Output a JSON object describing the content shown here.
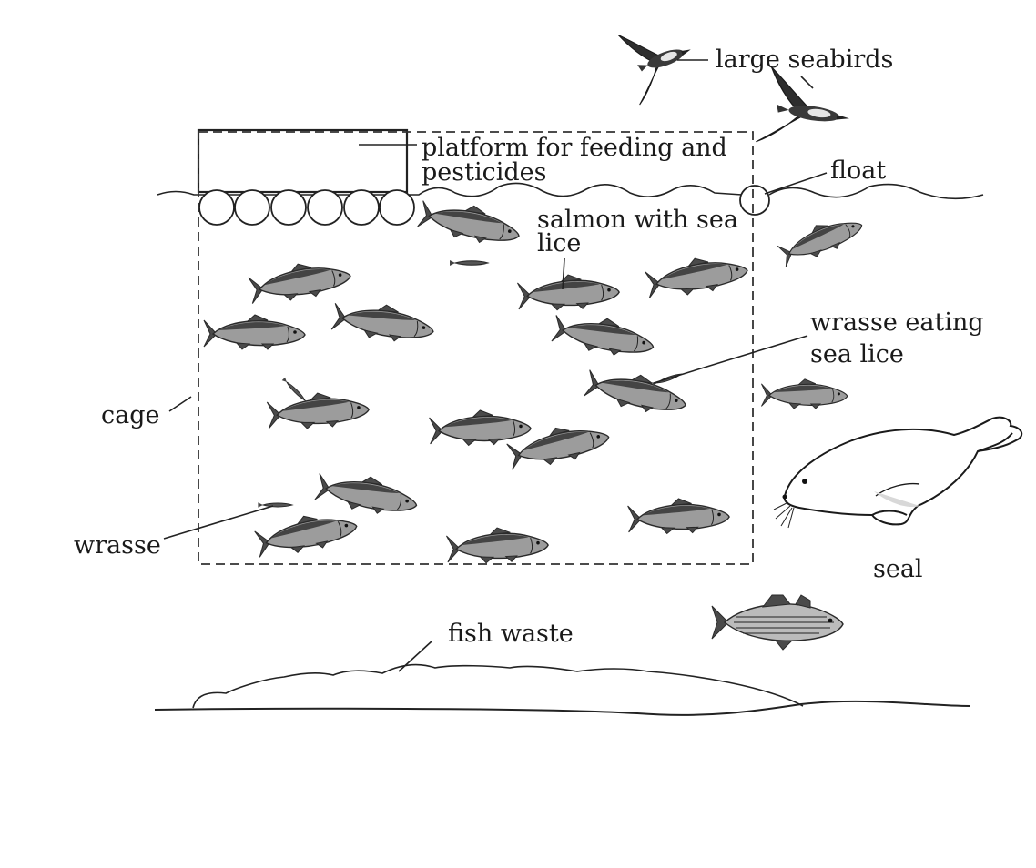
{
  "labels": {
    "large_seabirds": "large seabirds",
    "platform_line1": "platform for feeding and",
    "platform_line2": "pesticides",
    "float": "float",
    "salmon_line1": "salmon with sea",
    "salmon_line2": "lice",
    "wrasse_eating_line1": "wrasse eating",
    "wrasse_eating_line2": "sea lice",
    "cage": "cage",
    "wrasse": "wrasse",
    "seal": "seal",
    "fish_waste": "fish waste"
  },
  "icons": {
    "bird": "seabird-icon",
    "salmon": "salmon-icon",
    "wrasse": "wrasse-icon",
    "seal": "seal-icon",
    "wild_fish": "wild-fish-icon",
    "float": "float-icon"
  }
}
